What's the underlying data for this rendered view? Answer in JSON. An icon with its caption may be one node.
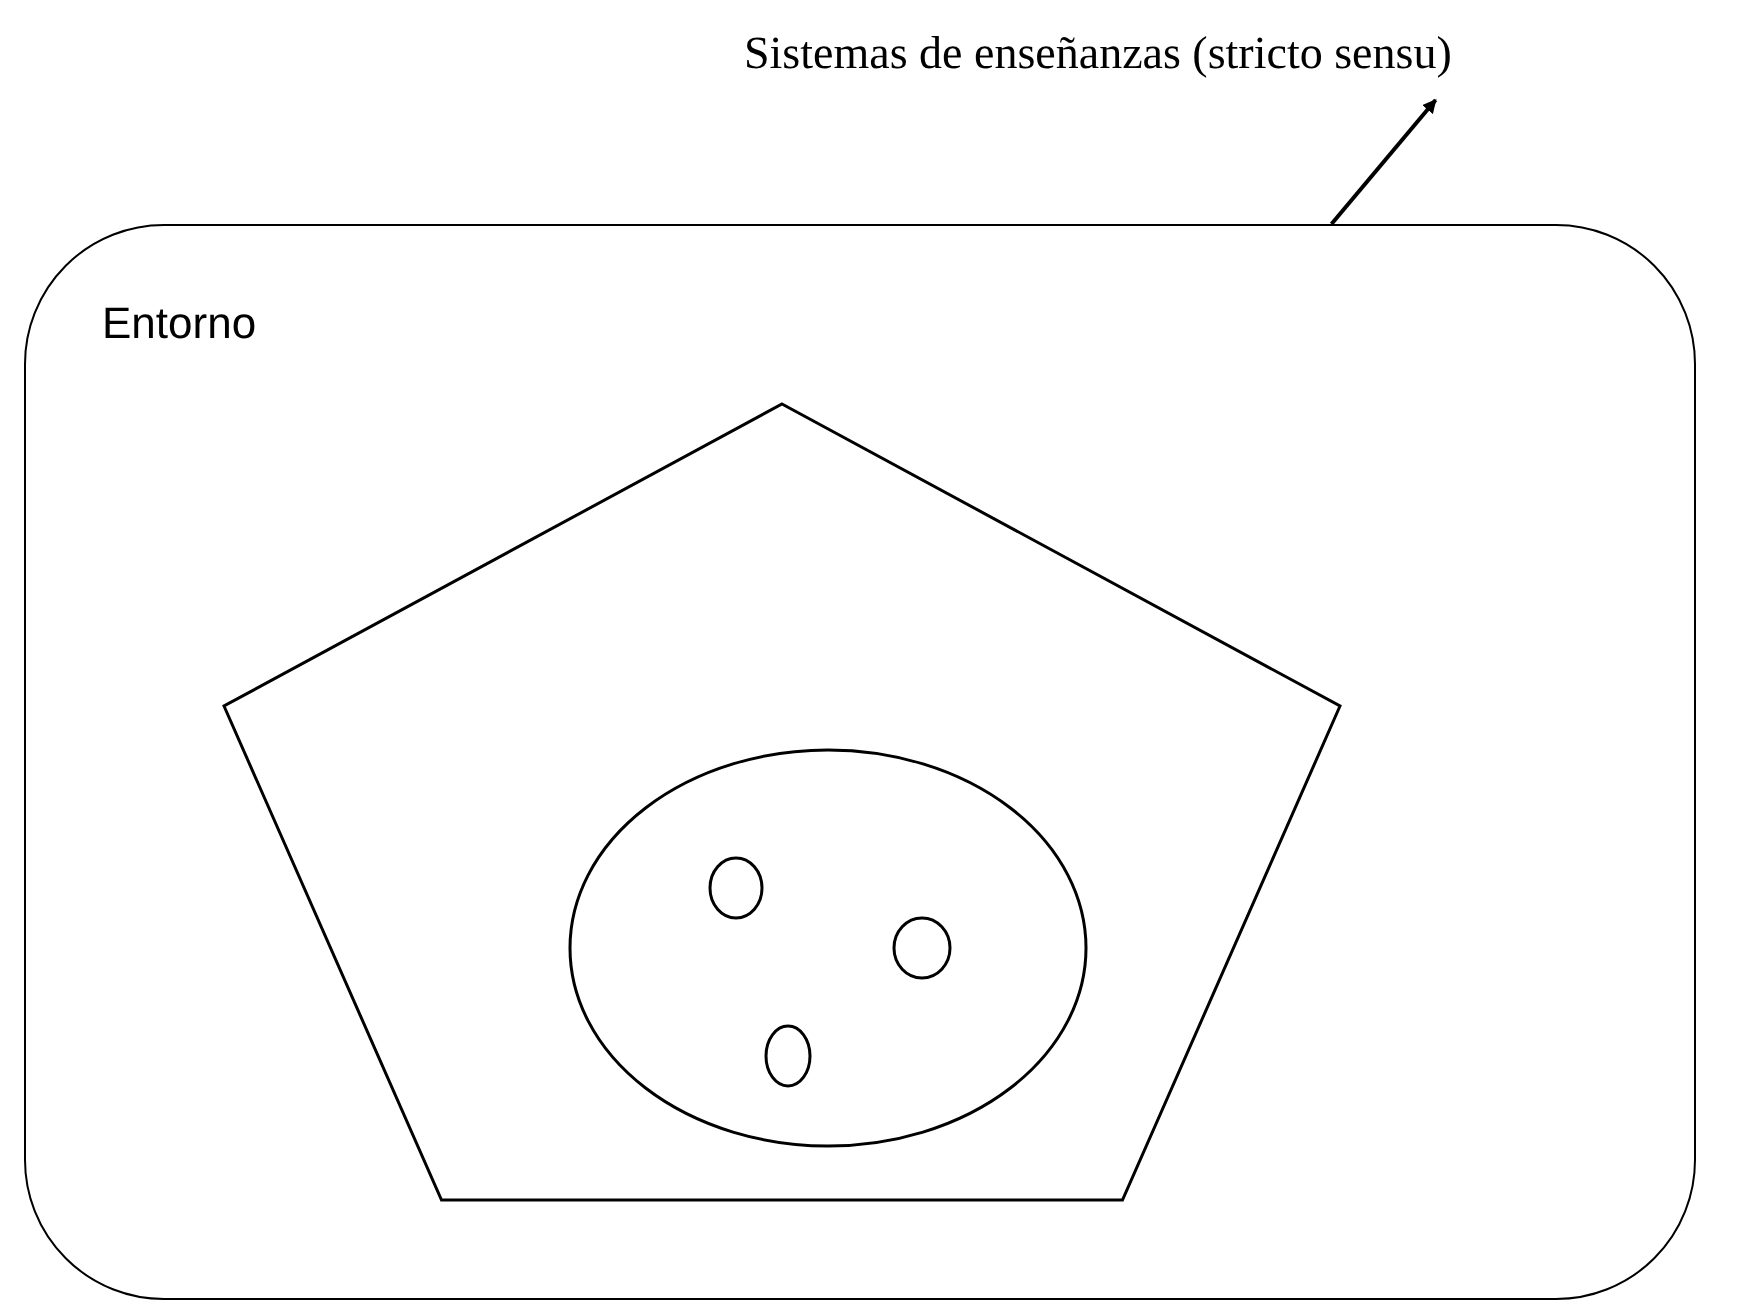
{
  "diagram": {
    "nodes": [
      {
        "text": [
          "Sistemas de enseñanzas (stricto sensu)"
        ]
      },
      {
        "text": [
          "Entorno"
        ]
      },
      {
        "text": [],
        "shape": "pentagon",
        "in": 1
      },
      {
        "text": [],
        "shape": "ellipse",
        "in": 2
      },
      {
        "text": [],
        "shape": "ellipse",
        "in": 3
      },
      {
        "text": [],
        "shape": "ellipse",
        "in": 3
      },
      {
        "text": [],
        "shape": "ellipse",
        "in": 3
      }
    ],
    "edges": [
      {
        "from": 1,
        "to": 0,
        "arrow": "to"
      }
    ]
  }
}
